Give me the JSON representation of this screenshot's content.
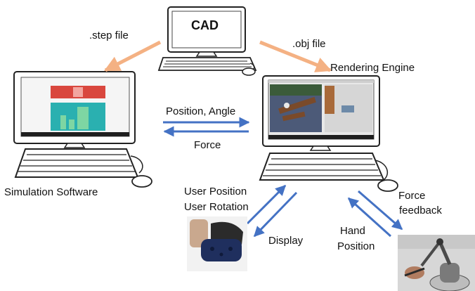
{
  "cad_title": "CAD",
  "step_file": ".step file",
  "obj_file": ".obj file",
  "rendering_engine": "Rendering Engine",
  "simulation_software": "Simulation Software",
  "position_angle": "Position, Angle",
  "force": "Force",
  "user_position": "User Position",
  "user_rotation": "User Rotation",
  "display": "Display",
  "force_feedback_1": "Force",
  "force_feedback_2": "feedback",
  "hand_position_1": "Hand",
  "hand_position_2": "Position",
  "colors": {
    "blue_arrow": "#4472c4",
    "orange_arrow": "#f4b183",
    "sim_red_panel": "#d9473e",
    "sim_teal_panel": "#2ab0b0"
  },
  "icons": [
    "computer-icon",
    "keyboard-icon",
    "mouse-icon",
    "vr-headset-image",
    "haptic-device-image"
  ]
}
